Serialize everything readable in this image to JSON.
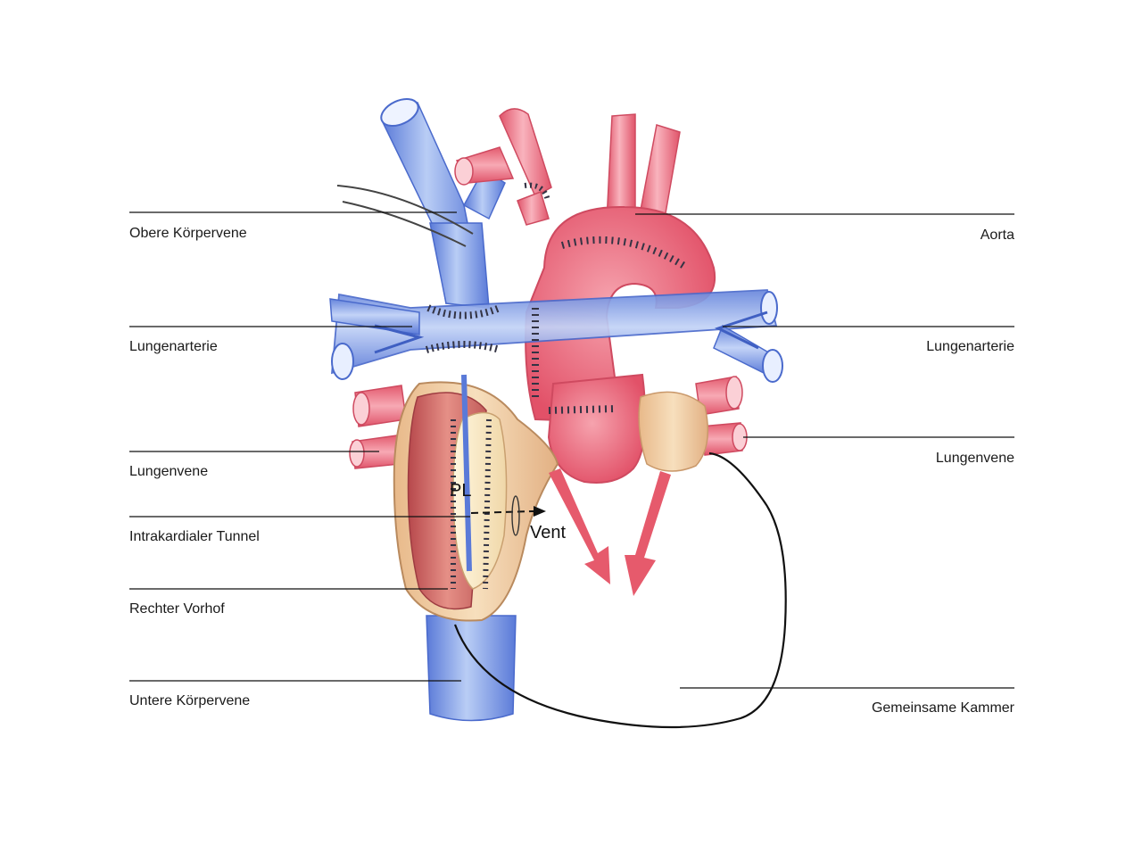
{
  "labels": {
    "obere_koerpervene": "Obere Körpervene",
    "lungenarterie_left": "Lungenarterie",
    "lungenvene_left": "Lungenvene",
    "intrakardialer_tunnel": "Intrakardialer Tunnel",
    "rechter_vorhof": "Rechter Vorhof",
    "untere_koerpervene": "Untere Körpervene",
    "aorta": "Aorta",
    "lungenarterie_right": "Lungenarterie",
    "lungenvene_right": "Lungenvene",
    "gemeinsame_kammer": "Gemeinsame Kammer"
  },
  "inline_labels": {
    "pl": "PL",
    "vent": "Vent"
  },
  "colors": {
    "vein_blue": "#7f9fe6",
    "vein_blue_dark": "#4f6fcf",
    "artery_red": "#ef6f7f",
    "artery_red_dark": "#d94a5e",
    "atrium_tan": "#efcf9f",
    "atrium_inner": "#c9605f",
    "suture": "#333344"
  }
}
